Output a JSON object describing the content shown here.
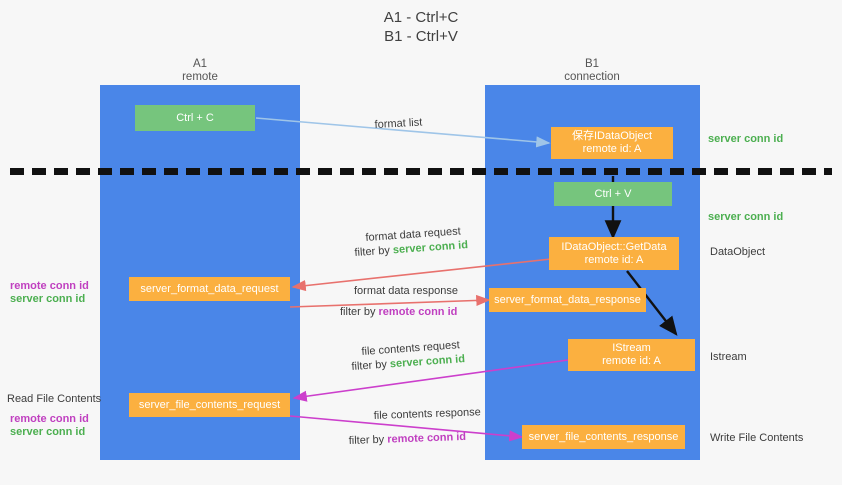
{
  "title": {
    "line1": "A1 - Ctrl+C",
    "line2": "B1 - Ctrl+V"
  },
  "columns": [
    {
      "name": "A1",
      "sub": "remote"
    },
    {
      "name": "B1",
      "sub": "connection"
    }
  ],
  "colors": {
    "lane": "#4a86e8",
    "green_box": "#76c57d",
    "orange_box": "#fbb040",
    "server_conn": "#4caf50",
    "remote_conn": "#c040c0",
    "format_list_arrow": "#9fc5e8",
    "format_data_arrow": "#e8716d",
    "file_contents_arrow": "#cc3fcc",
    "internal_arrow": "#111111",
    "background": "#f7f7f7"
  },
  "boxes": [
    {
      "id": "ctrl-c",
      "line1": "Ctrl + C",
      "line2": ""
    },
    {
      "id": "save-idataobject",
      "line1": "保存IDataObject",
      "line2": "remote id: A"
    },
    {
      "id": "ctrl-v",
      "line1": "Ctrl + V",
      "line2": ""
    },
    {
      "id": "getdata",
      "line1": "IDataObject::GetData",
      "line2": "remote id: A"
    },
    {
      "id": "server-format-data-request",
      "line1": "server_format_data_request",
      "line2": ""
    },
    {
      "id": "server-format-data-response",
      "line1": "server_format_data_response",
      "line2": ""
    },
    {
      "id": "istream",
      "line1": "IStream",
      "line2": "remote id: A"
    },
    {
      "id": "server-file-contents-request",
      "line1": "server_file_contents_request",
      "line2": ""
    },
    {
      "id": "server-file-contents-response",
      "line1": "server_file_contents_response",
      "line2": ""
    }
  ],
  "flow_labels": {
    "format_list": "format list",
    "format_data_request": "format data request",
    "format_data_request_filter_prefix": "filter by ",
    "format_data_request_filter_key": "server conn id",
    "format_data_response": "format data response",
    "format_data_response_filter_prefix": "filter by ",
    "format_data_response_filter_key": "remote conn id",
    "file_contents_request": "file contents request",
    "file_contents_request_filter_prefix": "filter by ",
    "file_contents_request_filter_key": "server conn id",
    "file_contents_response": "file contents response",
    "file_contents_response_filter_prefix": "filter by ",
    "file_contents_response_filter_key": "remote conn id"
  },
  "right_annotations": [
    {
      "id": "server-conn-id-top",
      "text": "server conn id",
      "style": "server"
    },
    {
      "id": "server-conn-id-second",
      "text": "server conn id",
      "style": "server"
    },
    {
      "id": "dataobject",
      "text": "DataObject",
      "style": "plain"
    },
    {
      "id": "istream",
      "text": "Istream",
      "style": "plain"
    },
    {
      "id": "write-file-contents",
      "text": "Write File Contents",
      "style": "plain"
    }
  ],
  "left_annotations": [
    {
      "id": "remote-conn-id-mid",
      "text": "remote conn id",
      "style": "remote"
    },
    {
      "id": "server-conn-id-mid",
      "text": "server conn id",
      "style": "server"
    },
    {
      "id": "read-file-contents",
      "text": "Read File Contents",
      "style": "plain"
    },
    {
      "id": "remote-conn-id-bottom",
      "text": "remote conn id",
      "style": "remote"
    },
    {
      "id": "server-conn-id-bottom",
      "text": "server conn id",
      "style": "server"
    }
  ]
}
